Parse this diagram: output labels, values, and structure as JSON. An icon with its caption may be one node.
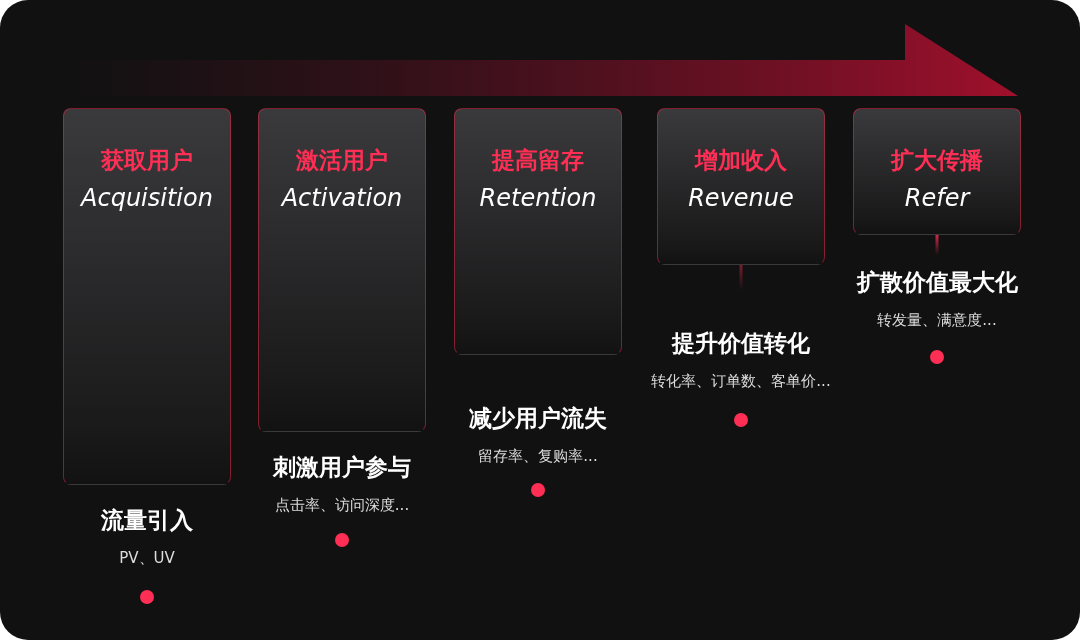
{
  "diagram": {
    "nodes": [
      {
        "text": [
          "获取用户",
          "Acquisition"
        ],
        "beside": [
          "流量引入",
          "PV、UV"
        ]
      },
      {
        "text": [
          "激活用户",
          "Activation"
        ],
        "beside": [
          "刺激用户参与",
          "点击率、访问深度..."
        ]
      },
      {
        "text": [
          "提高留存",
          "Retention"
        ],
        "beside": [
          "减少用户流失",
          "留存率、复购率..."
        ]
      },
      {
        "text": [
          "增加收入",
          "Revenue"
        ],
        "beside": [
          "提升价值转化",
          "转化率、订单数、客单价..."
        ]
      },
      {
        "text": [
          "扩大传播",
          "Refer"
        ],
        "beside": [
          "扩散价值最大化",
          "转发量、满意度..."
        ]
      }
    ]
  }
}
